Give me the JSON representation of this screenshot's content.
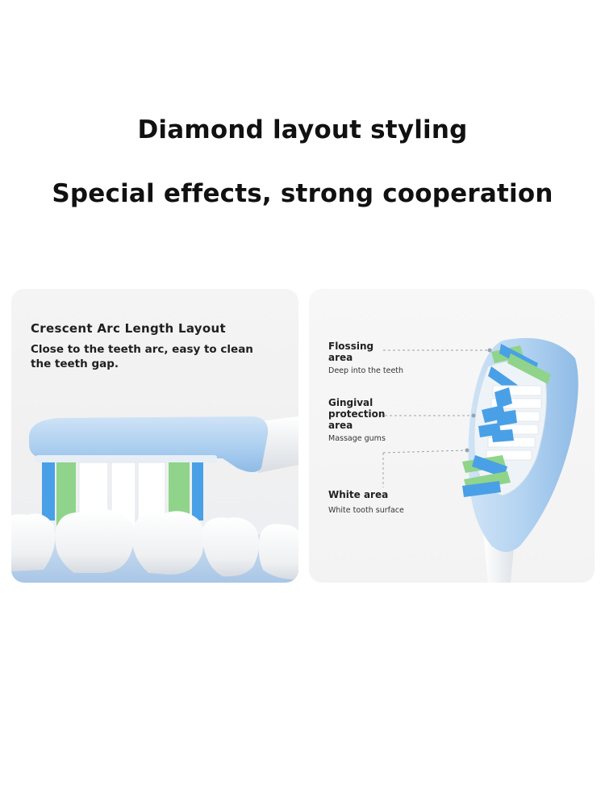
{
  "header": {
    "title": "Diamond layout styling",
    "subtitle": "Special effects, strong cooperation"
  },
  "left_card": {
    "title": "Crescent Arc Length Layout",
    "description": "Close to the teeth arc, easy to clean the teeth gap."
  },
  "right_card": {
    "labels": [
      {
        "title": "Flossing area",
        "note": "Deep into the teeth"
      },
      {
        "title": "Gingival protection area",
        "note": "Massage gums"
      },
      {
        "title": "White area",
        "note": "White tooth surface"
      }
    ]
  },
  "colors": {
    "brush_head": "#a9cdef",
    "bristle_blue": "#4aa0e6",
    "bristle_green": "#8fd48a",
    "bristle_white": "#ffffff",
    "gum": "#bcd5ef"
  }
}
